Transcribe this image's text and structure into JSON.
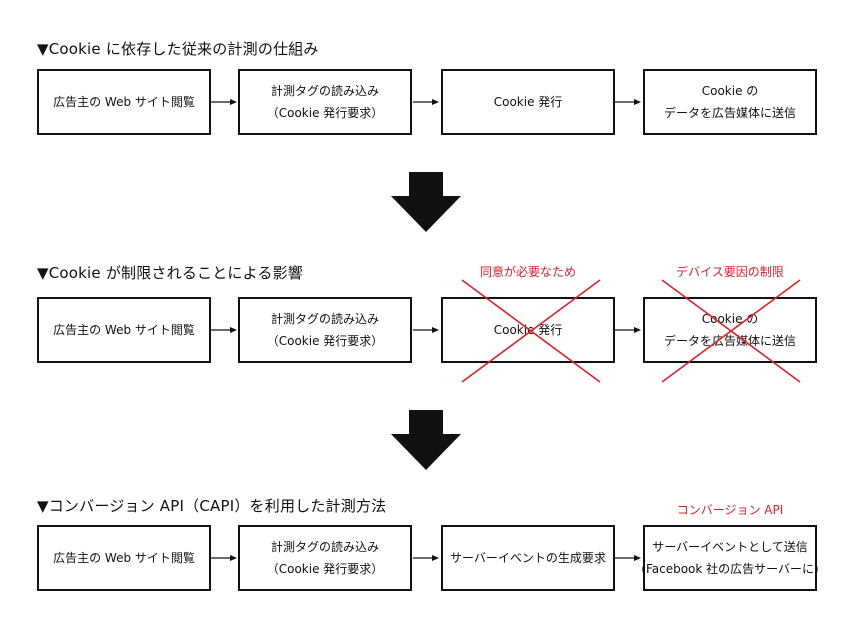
{
  "sections": [
    {
      "title": "▼Cookie に依存した従来の計測の仕組み",
      "boxes": [
        {
          "lines": [
            "広告主の Web サイト閲覧"
          ]
        },
        {
          "lines": [
            "計測タグの読み込み",
            "（Cookie 発行要求）"
          ]
        },
        {
          "lines": [
            "Cookie 発行"
          ]
        },
        {
          "lines": [
            "Cookie の",
            "データを広告媒体に送信"
          ]
        }
      ]
    },
    {
      "title": "▼Cookie が制限されることによる影響",
      "boxes": [
        {
          "lines": [
            "広告主の Web サイト閲覧"
          ]
        },
        {
          "lines": [
            "計測タグの読み込み",
            "（Cookie 発行要求）"
          ]
        },
        {
          "lines": [
            "Cookie 発行"
          ]
        },
        {
          "lines": [
            "Cookie の",
            "データを広告媒体に送信"
          ]
        }
      ],
      "notes": [
        "同意が必要なため",
        "デバイス要因の制限"
      ]
    },
    {
      "title": "▼コンバージョン API（CAPI）を利用した計測方法",
      "boxes": [
        {
          "lines": [
            "広告主の Web サイト閲覧"
          ]
        },
        {
          "lines": [
            "計測タグの読み込み",
            "（Cookie 発行要求）"
          ]
        },
        {
          "lines": [
            "サーバーイベントの生成要求"
          ]
        },
        {
          "lines": [
            "サーバーイベントとして送信",
            "(Facebook 社の広告サーバーに)"
          ]
        }
      ],
      "notes": [
        "コンバージョン API"
      ]
    }
  ],
  "colors": {
    "accent": "#e0202a",
    "line": "#111111"
  }
}
